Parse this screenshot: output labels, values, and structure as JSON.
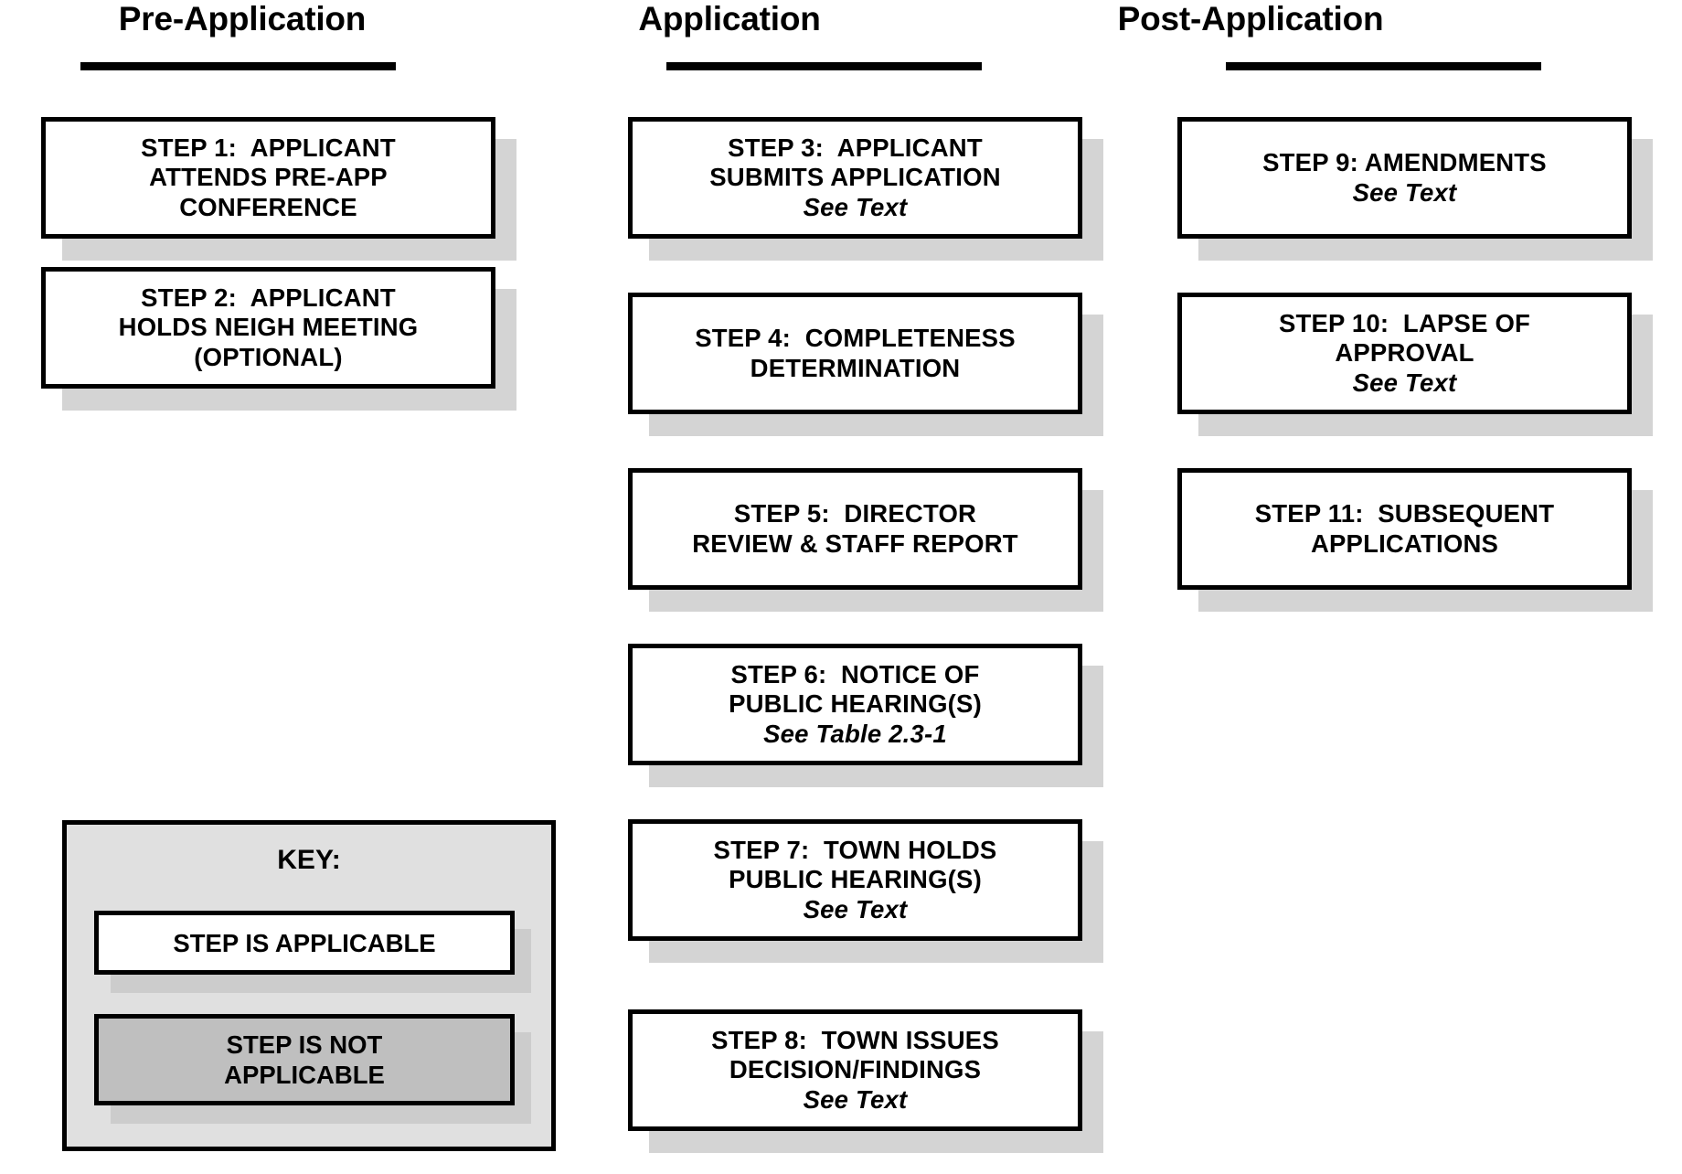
{
  "columns": [
    {
      "id": "pre-application",
      "title": "Pre-Application"
    },
    {
      "id": "application",
      "title": "Application"
    },
    {
      "id": "post-application",
      "title": "Post-Application"
    }
  ],
  "steps": {
    "step1": {
      "line1": "STEP 1:  APPLICANT",
      "line2": "ATTENDS PRE-APP",
      "line3": "CONFERENCE"
    },
    "step2": {
      "line1": "STEP 2:  APPLICANT",
      "line2": "HOLDS NEIGH MEETING",
      "line3": "(OPTIONAL)"
    },
    "step3": {
      "line1": "STEP 3:  APPLICANT",
      "line2": "SUBMITS APPLICATION",
      "line3": "See Text"
    },
    "step4": {
      "line1": "STEP 4:  COMPLETENESS",
      "line2": "DETERMINATION"
    },
    "step5": {
      "line1": "STEP 5:  DIRECTOR",
      "line2": "REVIEW & STAFF REPORT"
    },
    "step6": {
      "line1": "STEP 6:  NOTICE OF",
      "line2": "PUBLIC HEARING(S)",
      "line3": "See Table 2.3-1"
    },
    "step7": {
      "line1": "STEP 7:  TOWN HOLDS",
      "line2": "PUBLIC HEARING(S)",
      "line3": "See Text"
    },
    "step8": {
      "line1": "STEP 8:  TOWN ISSUES",
      "line2": "DECISION/FINDINGS",
      "line3": "See Text"
    },
    "step9": {
      "line1": "STEP 9: AMENDMENTS",
      "line2": "See Text"
    },
    "step10": {
      "line1": "STEP 10:  LAPSE OF",
      "line2": "APPROVAL",
      "line3": "See Text"
    },
    "step11": {
      "line1": "STEP 11:  SUBSEQUENT",
      "line2": "APPLICATIONS"
    }
  },
  "key": {
    "title": "KEY:",
    "applicable_label": "STEP IS APPLICABLE",
    "not_applicable_line1": "STEP IS NOT",
    "not_applicable_line2": "APPLICABLE"
  },
  "colors": {
    "ink": "#000000",
    "page": "#ffffff",
    "shadow": "#d4d4d4",
    "key_panel_fill": "#e0e0e0",
    "not_applicable_fill": "#bfbfbf"
  }
}
